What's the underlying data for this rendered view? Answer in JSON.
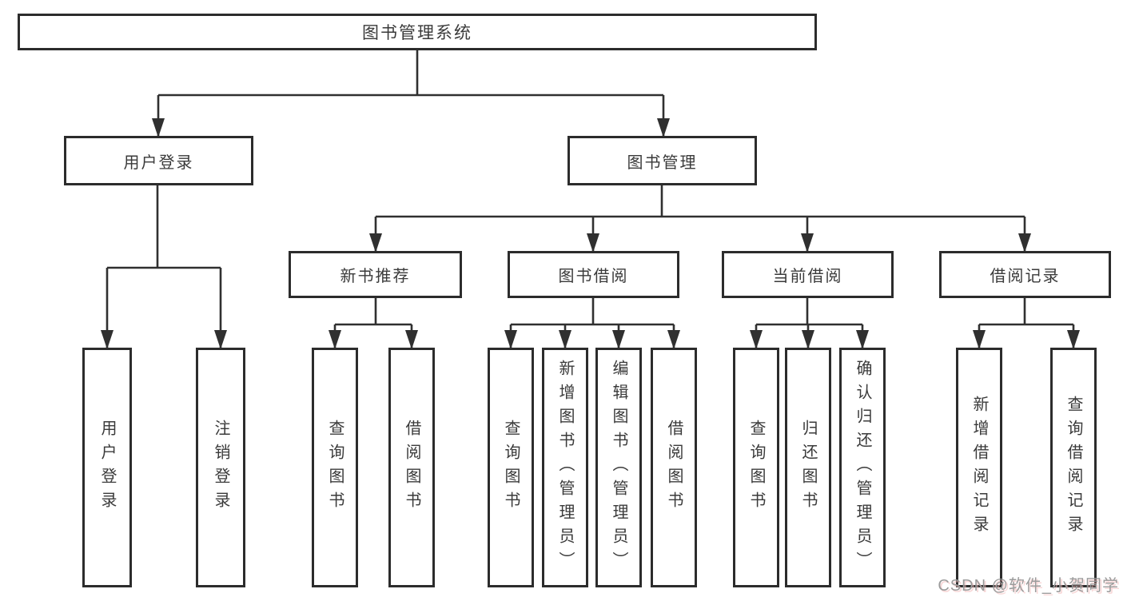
{
  "tree": {
    "root": "图书管理系统",
    "user_login": {
      "label": "用户登录",
      "children": [
        "用户登录",
        "注销登录"
      ]
    },
    "book_mgmt": {
      "label": "图书管理",
      "sections": [
        {
          "label": "新书推荐",
          "children": [
            "查询图书",
            "借阅图书"
          ]
        },
        {
          "label": "图书借阅",
          "children": [
            "查询图书",
            "新增图书（管理员）",
            "编辑图书（管理员）",
            "借阅图书"
          ]
        },
        {
          "label": "当前借阅",
          "children": [
            "查询图书",
            "归还图书",
            "确认归还（管理员）"
          ]
        },
        {
          "label": "借阅记录",
          "children": [
            "新增借阅记录",
            "查询借阅记录"
          ]
        }
      ]
    }
  },
  "watermark": {
    "text": "CSDN @软件_小贺同学"
  },
  "colors": {
    "line": "#303030",
    "box_border": "#2c2c2c",
    "text": "#3a3a3a",
    "watermark": "#9b9b9b",
    "watermark_accent": "#f3b8b8",
    "background": "#ffffff"
  }
}
